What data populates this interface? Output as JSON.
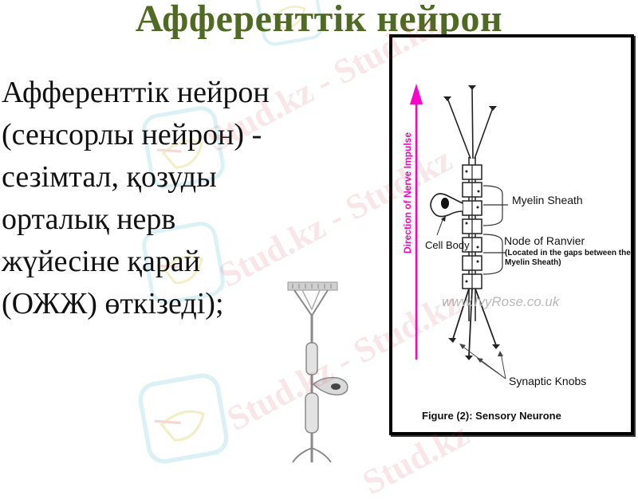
{
  "slide": {
    "title": "Афференттік нейрон",
    "title_color": "#4f6a23",
    "body_lines": [
      "Афференттік нейрон",
      "(сенсорлы нейрон) -",
      "сезімтал, қозуды",
      "орталық нерв",
      "жүйесіне қарай",
      "(ОЖЖ) өткізеді);"
    ]
  },
  "figure": {
    "direction_label": "Direction of Nerve Impulse",
    "direction_color": "#ff00cc",
    "myelin_label": "Myelin Sheath",
    "node_label": "Node of Ranvier",
    "node_sublabel": "(Located in the gaps between the Myelin Sheath)",
    "cell_body_label": "Cell Body",
    "synaptic_label": "Synaptic Knobs",
    "source_url": "www.IvyRose.co.uk",
    "caption": "Figure (2): Sensory Neurone"
  },
  "watermark": {
    "text": "Stud.kz",
    "text_long": "Stud.kz - Stud.kz"
  }
}
